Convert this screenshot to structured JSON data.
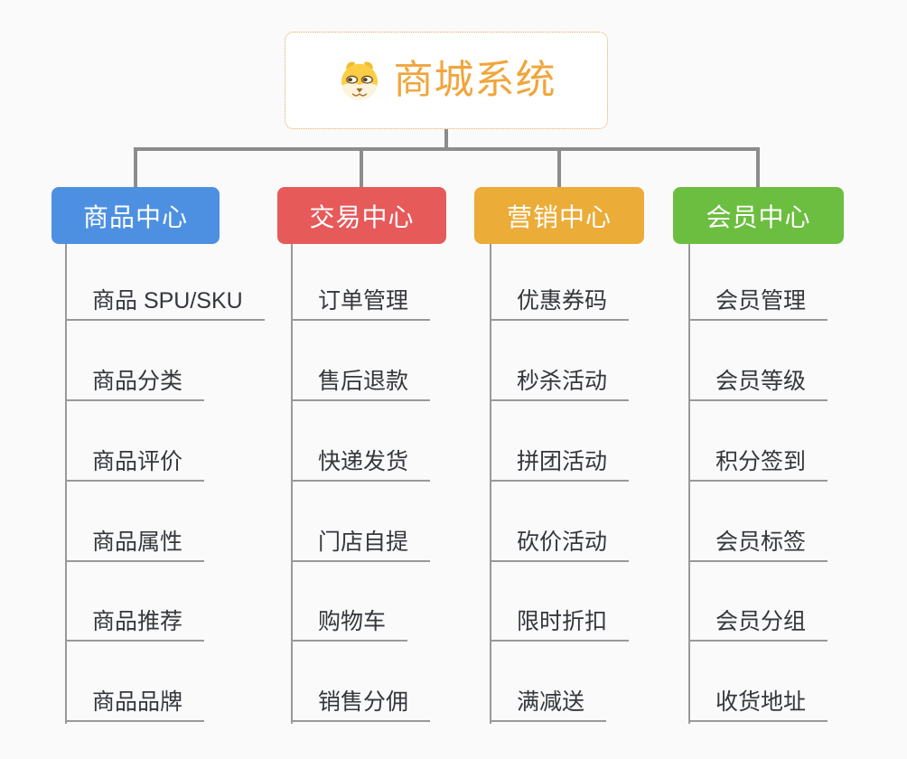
{
  "root": {
    "title": "商城系统",
    "icon": "dog-face-icon"
  },
  "branches": [
    {
      "label": "商品中心",
      "color": "#4D90E2",
      "items": [
        "商品 SPU/SKU",
        "商品分类",
        "商品评价",
        "商品属性",
        "商品推荐",
        "商品品牌"
      ]
    },
    {
      "label": "交易中心",
      "color": "#E65A5A",
      "items": [
        "订单管理",
        "售后退款",
        "快递发货",
        "门店自提",
        "购物车",
        "销售分佣"
      ]
    },
    {
      "label": "营销中心",
      "color": "#EBAC38",
      "items": [
        "优惠券码",
        "秒杀活动",
        "拼团活动",
        "砍价活动",
        "限时折扣",
        "满减送"
      ]
    },
    {
      "label": "会员中心",
      "color": "#6CBE40",
      "items": [
        "会员管理",
        "会员等级",
        "积分签到",
        "会员标签",
        "会员分组",
        "收货地址"
      ]
    }
  ],
  "colors": {
    "root_title": "#F0A63C",
    "root_border": "#E8A757",
    "connector_thick": "#8C8C8C",
    "connector_thin": "#999999",
    "item_text": "#34373C",
    "canvas_bg": "#FAFAFA"
  }
}
